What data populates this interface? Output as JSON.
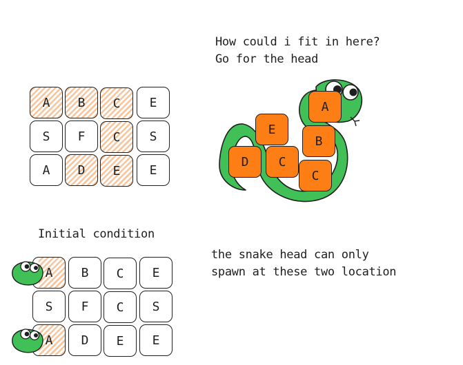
{
  "notes": {
    "question_line1": "How could i fit in here?",
    "question_line2": "Go for the head",
    "initial_condition": "Initial condition",
    "spawn_line1": "the snake head can only",
    "spawn_line2": "spawn at these two location"
  },
  "top_grid": [
    [
      "A",
      "B",
      "C",
      "E"
    ],
    [
      "S",
      "F",
      "C",
      "S"
    ],
    [
      "A",
      "D",
      "E",
      "E"
    ]
  ],
  "top_grid_highlight": [
    [
      true,
      true,
      true,
      false
    ],
    [
      false,
      false,
      true,
      false
    ],
    [
      false,
      true,
      true,
      false
    ]
  ],
  "bottom_grid": [
    [
      "A",
      "B",
      "C",
      "E"
    ],
    [
      "S",
      "F",
      "C",
      "S"
    ],
    [
      "A",
      "D",
      "E",
      "E"
    ]
  ],
  "snake_tiles": {
    "head": "A",
    "t2": "B",
    "t3": "C",
    "t4": "C",
    "t5": "E",
    "t6": "D"
  },
  "colors": {
    "tile": "#fd7e14",
    "hatch": "#f7c49c",
    "snake_body": "#40c057",
    "stroke": "#1e1e1e"
  }
}
